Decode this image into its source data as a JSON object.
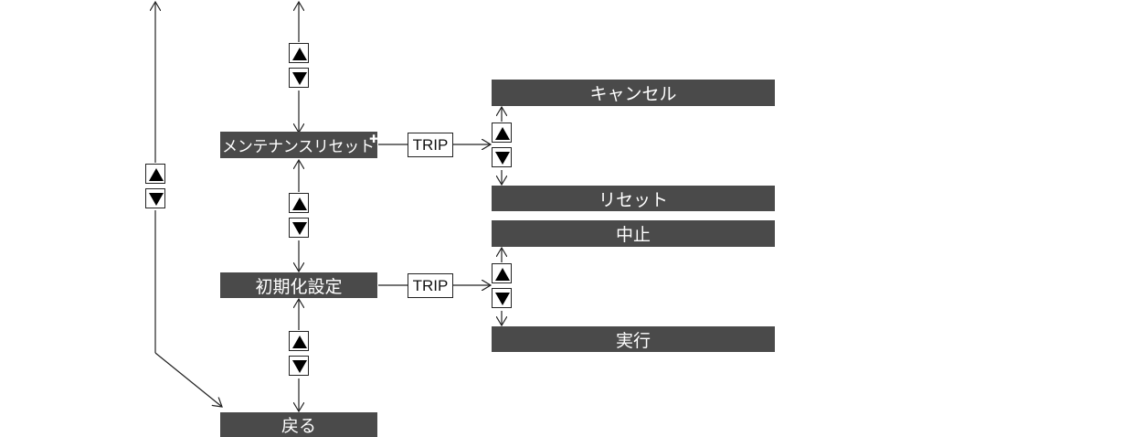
{
  "nodes": {
    "maintenance_reset": "メンテナンスリセット",
    "maintenance_reset_mark": "✚",
    "initialize": "初期化設定",
    "back": "戻る",
    "cancel": "キャンセル",
    "reset": "リセット",
    "abort": "中止",
    "execute": "実行"
  },
  "keys": {
    "trip_1": "TRIP",
    "trip_2": "TRIP"
  },
  "icons": {
    "up": "up-triangle-icon",
    "down": "down-triangle-icon"
  },
  "colors": {
    "box": "#4a4a4a",
    "box_text": "#ffffff",
    "line": "#222222"
  }
}
